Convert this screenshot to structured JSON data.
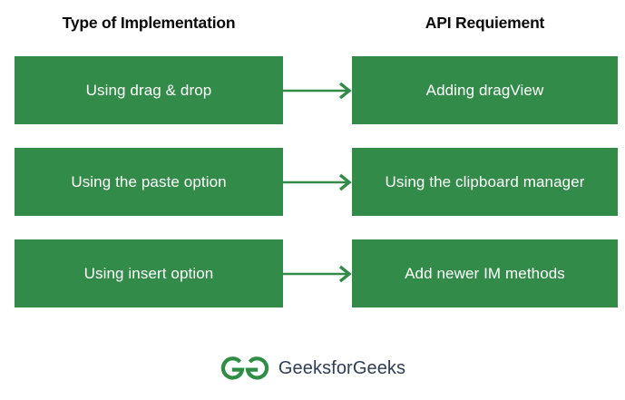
{
  "diagram": {
    "type": "flow-mapping",
    "headers": {
      "left": "Type of Implementation",
      "right": "API Requiement"
    },
    "colors": {
      "node_fill": "#328B49",
      "node_text": "#FFFFFF",
      "header_text": "#0B0B0B",
      "arrow": "#328B49",
      "logo_mark": "#2F8D46",
      "logo_text": "#2F3E53",
      "background": "#FFFFFF"
    },
    "rows": [
      {
        "left": "Using drag & drop",
        "right": "Adding dragView",
        "connector": "arrow-right"
      },
      {
        "left": "Using the paste option",
        "right": "Using the clipboard manager",
        "connector": "arrow-right"
      },
      {
        "left": "Using insert option",
        "right": "Add newer IM methods",
        "connector": "arrow-right"
      }
    ]
  },
  "footer": {
    "logo_text": "GeeksforGeeks",
    "logo_mark_name": "geeksforgeeks-gg-monogram"
  }
}
